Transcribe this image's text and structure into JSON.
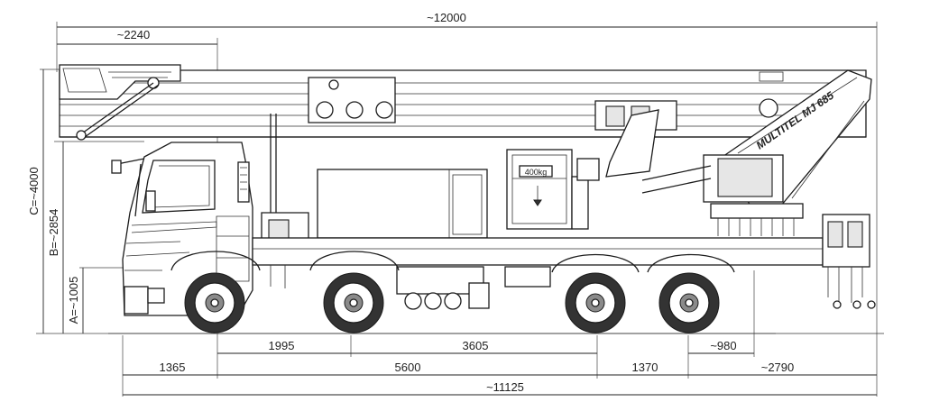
{
  "dimensions": {
    "overall_length": "~12000",
    "front_overhang_boom": "~2240",
    "height_c": "C=~4000",
    "height_b": "B=~2854",
    "height_a": "A=~1005",
    "axle_spacing_1": "1995",
    "axle_spacing_2": "3605",
    "outrigger_offset": "~980",
    "front_overhang": "1365",
    "wheelbase": "5600",
    "rear_axle_spacing": "1370",
    "rear_overhang": "~2790",
    "vehicle_length": "~11125"
  },
  "labels": {
    "basket_load": "400kg",
    "boom_brand": "MULTITEL MJ 685"
  },
  "colors": {
    "line": "#1c1c1c",
    "panel": "#e6e6e6",
    "tyre": "#333333"
  }
}
